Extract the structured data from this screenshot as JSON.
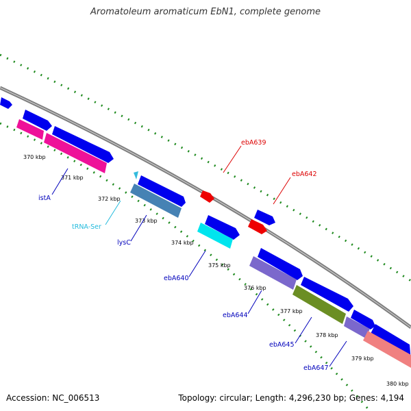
{
  "title": "Aromatoleum aromaticum EbN1, complete genome",
  "footer": {
    "accession": "Accession: NC_006513",
    "summary": "Topology: circular; Length: 4,296,230 bp; Genes: 4,194"
  },
  "colors": {
    "backbone": "#8c8c8c",
    "gc_ticks": "#1e8a1e",
    "cds_forward": "#0000ee",
    "highlight": "#ee0000",
    "label_blue": "#0000bb",
    "label_cyan": "#22bbdd",
    "label_red": "#dd0000"
  },
  "scale_labels": [
    "370 kbp",
    "371 kbp",
    "372 kbp",
    "373 kbp",
    "374 kbp",
    "375 kbp",
    "376 kbp",
    "377 kbp",
    "378 kbp",
    "379 kbp",
    "380 kbp"
  ],
  "gene_labels": [
    {
      "text": "istA",
      "color": "blue"
    },
    {
      "text": "tRNA-Ser",
      "color": "cyan"
    },
    {
      "text": "lysC",
      "color": "blue"
    },
    {
      "text": "ebA640",
      "color": "blue"
    },
    {
      "text": "ebA644",
      "color": "blue"
    },
    {
      "text": "ebA645",
      "color": "blue"
    },
    {
      "text": "ebA647",
      "color": "blue"
    },
    {
      "text": "ebA639",
      "color": "red"
    },
    {
      "text": "ebA642",
      "color": "red"
    }
  ]
}
